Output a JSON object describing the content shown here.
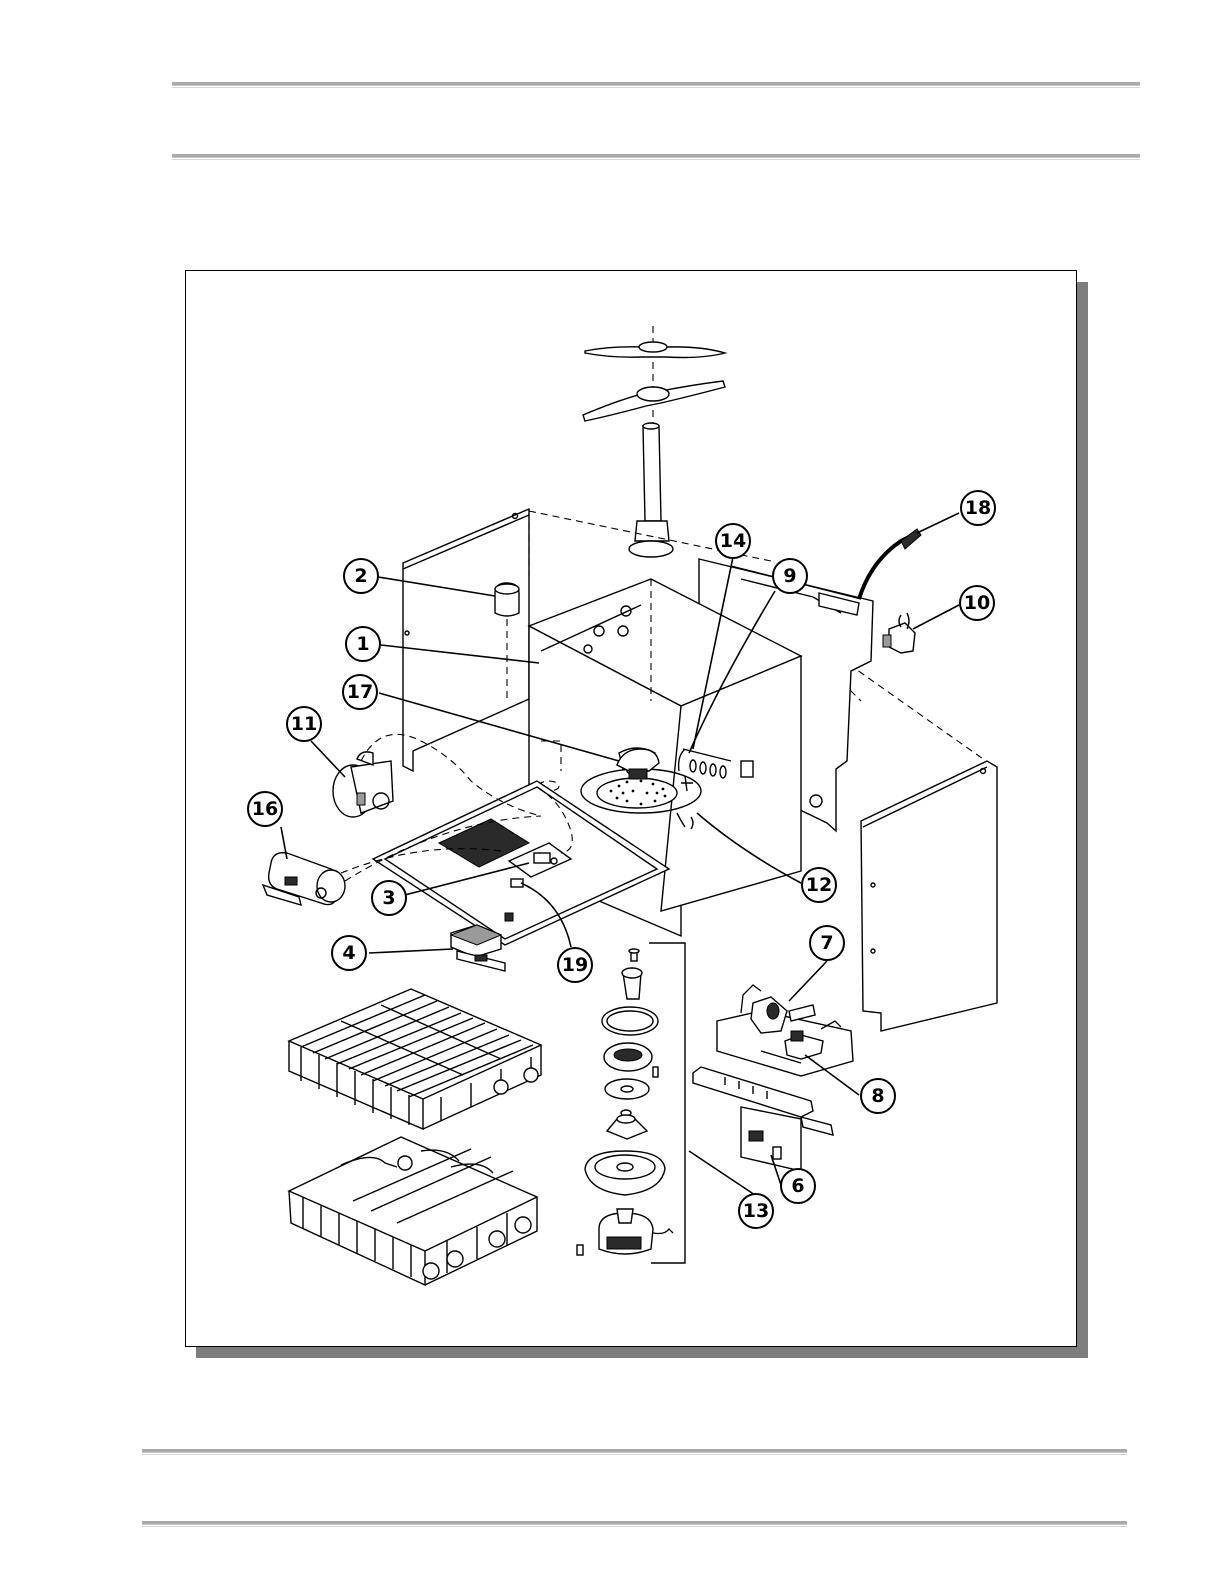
{
  "callouts": [
    {
      "label": "1"
    },
    {
      "label": "2"
    },
    {
      "label": "3"
    },
    {
      "label": "4"
    },
    {
      "label": "6"
    },
    {
      "label": "7"
    },
    {
      "label": "8"
    },
    {
      "label": "9"
    },
    {
      "label": "10"
    },
    {
      "label": "11"
    },
    {
      "label": "12"
    },
    {
      "label": "13"
    },
    {
      "label": "14"
    },
    {
      "label": "16"
    },
    {
      "label": "17"
    },
    {
      "label": "18"
    },
    {
      "label": "19"
    }
  ]
}
